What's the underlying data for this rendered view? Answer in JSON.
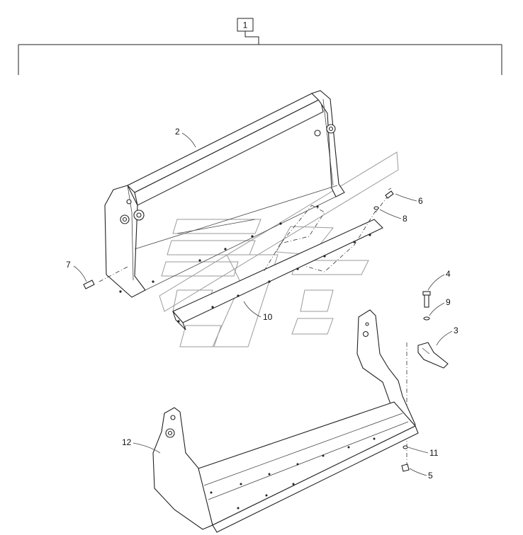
{
  "assembly": {
    "callout": "1"
  },
  "callouts": {
    "c2": "2",
    "c3": "3",
    "c4": "4",
    "c5": "5",
    "c6": "6",
    "c7": "7",
    "c8": "8",
    "c9": "9",
    "c10": "10",
    "c11": "11",
    "c12": "12"
  }
}
